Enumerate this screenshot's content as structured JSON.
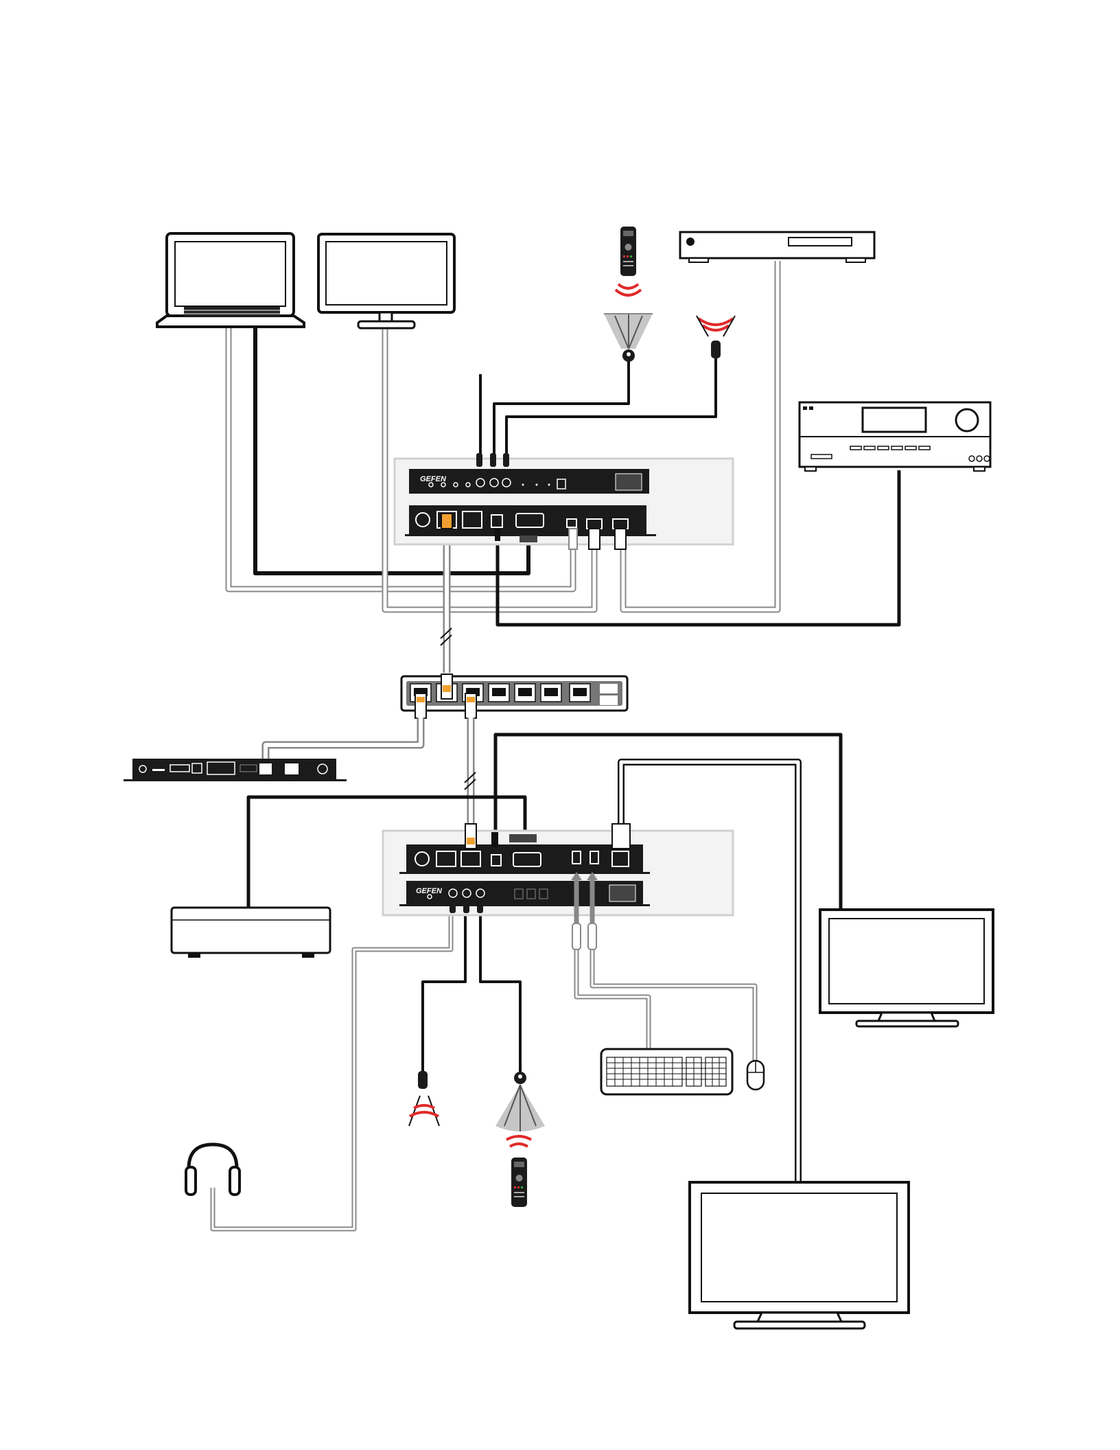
{
  "diagram": {
    "brand_label": "GEFEN",
    "colors": {
      "cable_dark": "#1a1a1a",
      "cable_light": "#ffffff",
      "cable_outline": "#888888",
      "device_fill": "#1b1b1b",
      "panel_bg": "#f3f3f3",
      "panel_border": "#cfcfcf",
      "ir_signal": "#e02a2a",
      "ir_cone": "#bdbdbd"
    },
    "devices": [
      {
        "name": "laptop",
        "icon": "laptop-icon"
      },
      {
        "name": "computer-monitor",
        "icon": "monitor-icon"
      },
      {
        "name": "ir-remote-top",
        "icon": "remote-control-icon"
      },
      {
        "name": "blu-ray-player",
        "icon": "disc-player-icon"
      },
      {
        "name": "av-receiver",
        "icon": "av-receiver-icon"
      },
      {
        "name": "sender-unit",
        "icon": "kvm-sender-icon"
      },
      {
        "name": "network-switch",
        "icon": "ethernet-switch-icon"
      },
      {
        "name": "control-box",
        "icon": "control-box-icon"
      },
      {
        "name": "receiver-unit",
        "icon": "kvm-receiver-icon"
      },
      {
        "name": "powered-speaker",
        "icon": "speaker-box-icon"
      },
      {
        "name": "display-right",
        "icon": "monitor-icon"
      },
      {
        "name": "keyboard",
        "icon": "keyboard-icon"
      },
      {
        "name": "mouse",
        "icon": "mouse-icon"
      },
      {
        "name": "headphones",
        "icon": "headphones-icon"
      },
      {
        "name": "ir-remote-bottom",
        "icon": "remote-control-icon"
      },
      {
        "name": "large-display",
        "icon": "monitor-icon"
      }
    ]
  }
}
